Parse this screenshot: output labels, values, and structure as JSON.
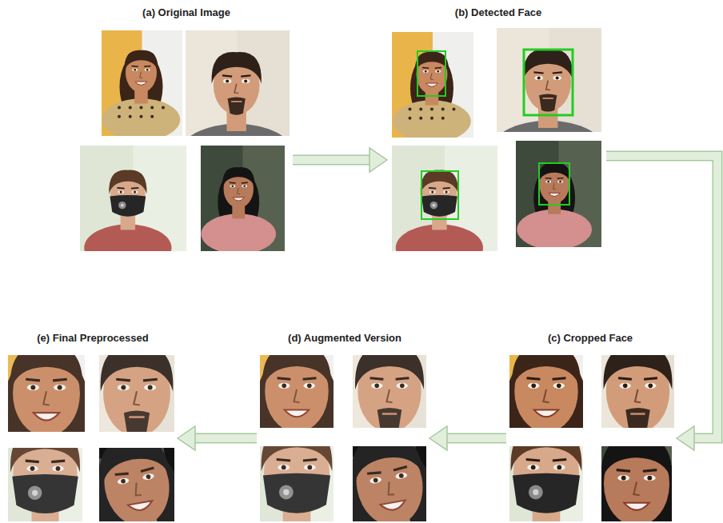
{
  "diagram": {
    "nodes": [
      {
        "text": [
          "(a) Original Image"
        ]
      },
      {
        "text": [
          "(b) Detected Face"
        ]
      },
      {
        "text": [
          "(c) Cropped Face"
        ]
      },
      {
        "text": [
          "(d) Augmented Version"
        ]
      },
      {
        "text": [
          "(e) Final Preprocessed"
        ]
      }
    ],
    "edges": [
      {
        "from": 0,
        "to": 1,
        "arrow": "to"
      },
      {
        "from": 1,
        "to": 2,
        "arrow": "to"
      },
      {
        "from": 2,
        "to": 3,
        "arrow": "to"
      },
      {
        "from": 3,
        "to": 4,
        "arrow": "to"
      }
    ]
  }
}
